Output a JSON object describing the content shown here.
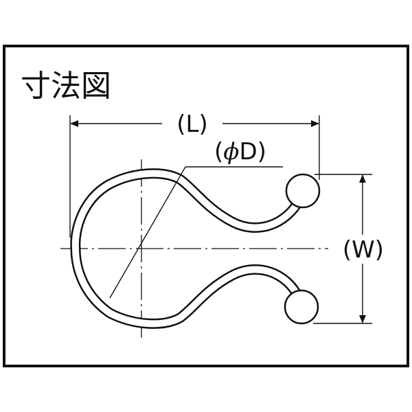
{
  "title": "寸法図",
  "labels": {
    "length": "(L)",
    "diameter_prefix": "(",
    "diameter_symbol": "ϕ",
    "diameter_suffix": "D)",
    "width": "(W)"
  },
  "colors": {
    "line": "#111111",
    "background": "#ffffff"
  }
}
